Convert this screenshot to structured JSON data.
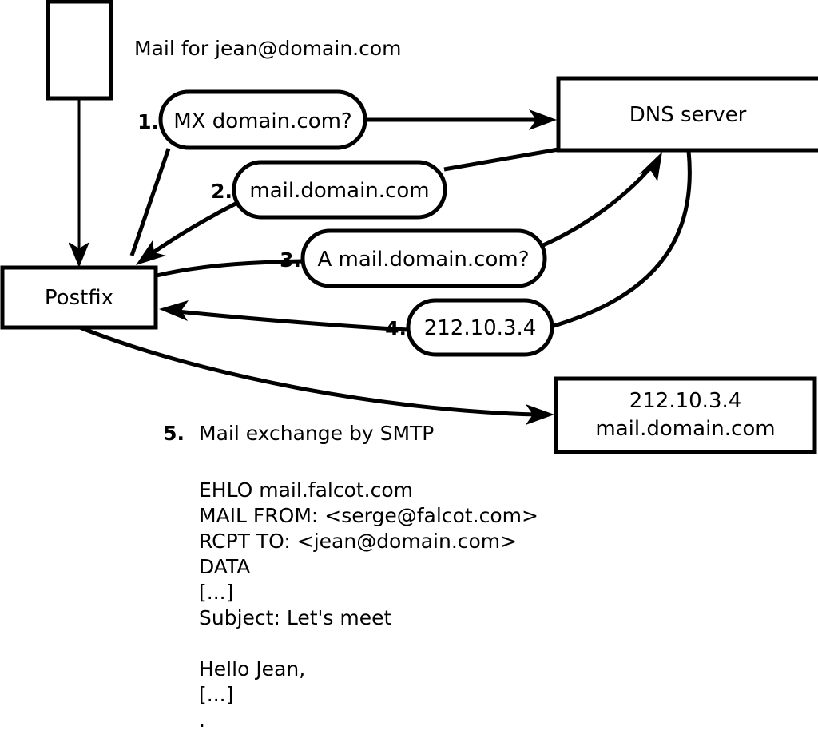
{
  "diagram": {
    "title_text": "Mail for jean@domain.com",
    "nodes": {
      "sender_box": {
        "label": ""
      },
      "postfix": {
        "label": "Postfix"
      },
      "dns_server": {
        "label": "DNS server"
      },
      "destination": {
        "line1": "212.10.3.4",
        "line2": "mail.domain.com"
      }
    },
    "steps": [
      {
        "number": "1.",
        "label": "MX domain.com?"
      },
      {
        "number": "2.",
        "label": "mail.domain.com"
      },
      {
        "number": "3.",
        "label": "A mail.domain.com?"
      },
      {
        "number": "4.",
        "label": "212.10.3.4"
      }
    ],
    "smtp_step": {
      "number": "5.",
      "label": "Mail exchange by SMTP"
    },
    "smtp_transcript": [
      "EHLO mail.falcot.com",
      "MAIL FROM: <serge@falcot.com>",
      "RCPT TO: <jean@domain.com>",
      "DATA",
      "[...]",
      "Subject: Let's meet",
      "",
      "Hello Jean,",
      "[...]",
      "."
    ],
    "colors": {
      "stroke": "#000000",
      "fill": "#ffffff",
      "background": "#ffffff"
    }
  }
}
